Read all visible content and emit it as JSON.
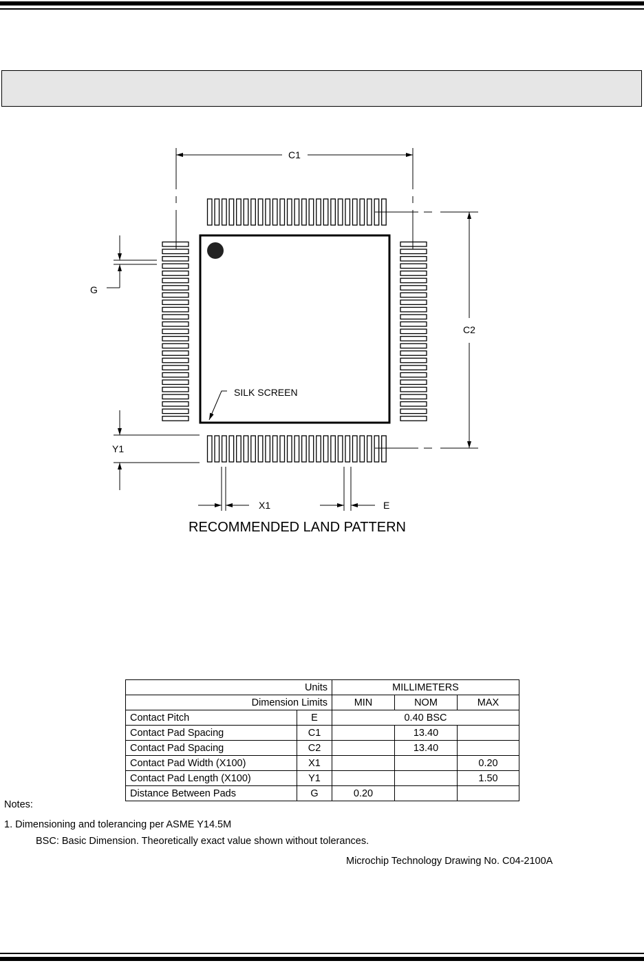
{
  "drawing": {
    "title": "RECOMMENDED LAND PATTERN",
    "labels": {
      "c1": "C1",
      "c2": "C2",
      "g": "G",
      "y1": "Y1",
      "x1": "X1",
      "e": "E",
      "silk": "SILK SCREEN"
    },
    "pads_per_side": 25
  },
  "table": {
    "units_label": "Units",
    "units": "MILLIMETERS",
    "limits_label": "Dimension Limits",
    "cols": [
      "MIN",
      "NOM",
      "MAX"
    ],
    "rows": [
      {
        "name": "Contact Pitch",
        "sym": "E",
        "span": "0.40 BSC"
      },
      {
        "name": "Contact Pad Spacing",
        "sym": "C1",
        "min": "",
        "nom": "13.40",
        "max": ""
      },
      {
        "name": "Contact Pad Spacing",
        "sym": "C2",
        "min": "",
        "nom": "13.40",
        "max": ""
      },
      {
        "name": "Contact Pad Width (X100)",
        "sym": "X1",
        "min": "",
        "nom": "",
        "max": "0.20"
      },
      {
        "name": "Contact Pad Length (X100)",
        "sym": "Y1",
        "min": "",
        "nom": "",
        "max": "1.50"
      },
      {
        "name": "Distance Between Pads",
        "sym": "G",
        "min": "0.20",
        "nom": "",
        "max": ""
      }
    ]
  },
  "notes": {
    "heading": "Notes:",
    "note1": "1. Dimensioning and tolerancing per ASME Y14.5M",
    "bsc": "BSC: Basic Dimension. Theoretically exact value shown without tolerances.",
    "drawing_no": "Microchip Technology Drawing No. C04-2100A"
  }
}
